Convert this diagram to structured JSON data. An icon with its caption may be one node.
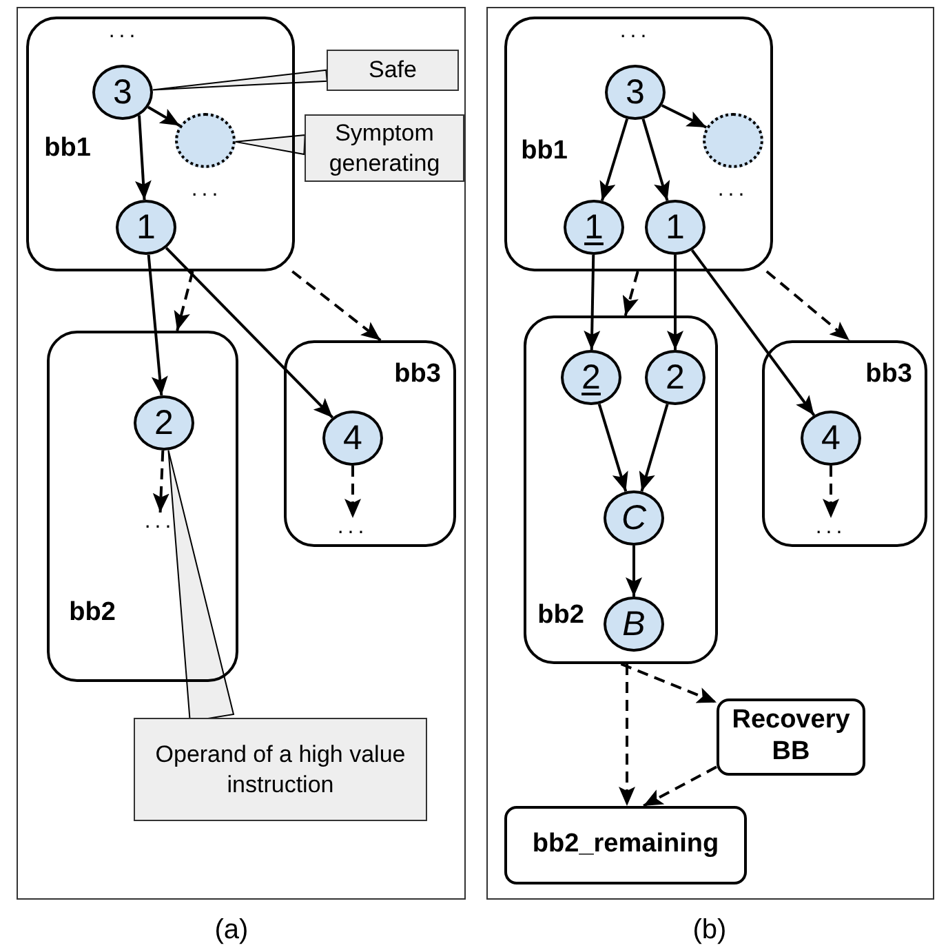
{
  "diagram": {
    "nodes": [
      {
        "text": [
          "(a)"
        ]
      },
      {
        "text": [
          "...",
          "bb1",
          "..."
        ],
        "in": 0
      },
      {
        "text": [
          "3"
        ],
        "in": 1
      },
      {
        "text": [],
        "shape": "circle",
        "in": 1
      },
      {
        "text": [
          "1"
        ],
        "in": 1
      },
      {
        "text": [
          "bb2"
        ],
        "in": 0
      },
      {
        "text": [
          "2"
        ],
        "in": 5
      },
      {
        "text": [
          "..."
        ],
        "in": 5
      },
      {
        "text": [
          "bb3"
        ],
        "in": 0
      },
      {
        "text": [
          "4"
        ],
        "in": 8
      },
      {
        "text": [
          "..."
        ],
        "in": 8
      },
      {
        "text": [
          "Safe"
        ],
        "in": 0
      },
      {
        "text": [
          "Symptom generating"
        ],
        "in": 0
      },
      {
        "text": [
          "Operand of a high value instruction"
        ],
        "in": 0
      },
      {
        "text": [
          "(b)"
        ]
      },
      {
        "text": [
          "...",
          "bb1",
          "..."
        ],
        "in": 14
      },
      {
        "text": [
          "3"
        ],
        "in": 15
      },
      {
        "text": [],
        "shape": "circle",
        "in": 15
      },
      {
        "text": [
          "1"
        ],
        "in": 15
      },
      {
        "text": [
          "1"
        ],
        "in": 15
      },
      {
        "text": [
          "bb2"
        ],
        "in": 14
      },
      {
        "text": [
          "2"
        ],
        "in": 20
      },
      {
        "text": [
          "2"
        ],
        "in": 20
      },
      {
        "text": [
          "C"
        ],
        "in": 20
      },
      {
        "text": [
          "B"
        ],
        "in": 20
      },
      {
        "text": [
          "bb3"
        ],
        "in": 14
      },
      {
        "text": [
          "4"
        ],
        "in": 25
      },
      {
        "text": [
          "..."
        ],
        "in": 25
      },
      {
        "text": [
          "Recovery BB"
        ],
        "in": 14
      },
      {
        "text": [
          "bb2_remaining"
        ],
        "in": 14
      }
    ],
    "edges": [
      {
        "from": 2,
        "to": 3,
        "arrow": "to"
      },
      {
        "from": 2,
        "to": 4,
        "arrow": "to"
      },
      {
        "from": 4,
        "to": 6,
        "arrow": "to"
      },
      {
        "from": 4,
        "to": 9,
        "arrow": "to"
      },
      {
        "from": 1,
        "to": 5,
        "arrow": "to",
        "style": "dashed"
      },
      {
        "from": 1,
        "to": 8,
        "arrow": "to",
        "style": "dashed"
      },
      {
        "from": 6,
        "to": 7,
        "arrow": "to",
        "style": "dashed"
      },
      {
        "from": 9,
        "to": 10,
        "arrow": "to",
        "style": "dashed"
      },
      {
        "from": 11,
        "to": 2,
        "arrow": "none"
      },
      {
        "from": 12,
        "to": 3,
        "arrow": "none"
      },
      {
        "from": 13,
        "to": 6,
        "arrow": "none"
      },
      {
        "from": 16,
        "to": 17,
        "arrow": "to"
      },
      {
        "from": 16,
        "to": 18,
        "arrow": "to"
      },
      {
        "from": 16,
        "to": 19,
        "arrow": "to"
      },
      {
        "from": 18,
        "to": 21,
        "arrow": "to"
      },
      {
        "from": 19,
        "to": 22,
        "arrow": "to"
      },
      {
        "from": 19,
        "to": 26,
        "arrow": "to"
      },
      {
        "from": 21,
        "to": 23,
        "arrow": "to"
      },
      {
        "from": 22,
        "to": 23,
        "arrow": "to"
      },
      {
        "from": 23,
        "to": 24,
        "arrow": "to"
      },
      {
        "from": 15,
        "to": 20,
        "arrow": "to",
        "style": "dashed"
      },
      {
        "from": 15,
        "to": 25,
        "arrow": "to",
        "style": "dashed"
      },
      {
        "from": 26,
        "to": 27,
        "arrow": "to",
        "style": "dashed"
      },
      {
        "from": 20,
        "to": 28,
        "arrow": "to",
        "style": "dashed"
      },
      {
        "from": 20,
        "to": 29,
        "arrow": "to",
        "style": "dashed"
      },
      {
        "from": 28,
        "to": 29,
        "arrow": "to",
        "style": "dashed"
      }
    ]
  }
}
